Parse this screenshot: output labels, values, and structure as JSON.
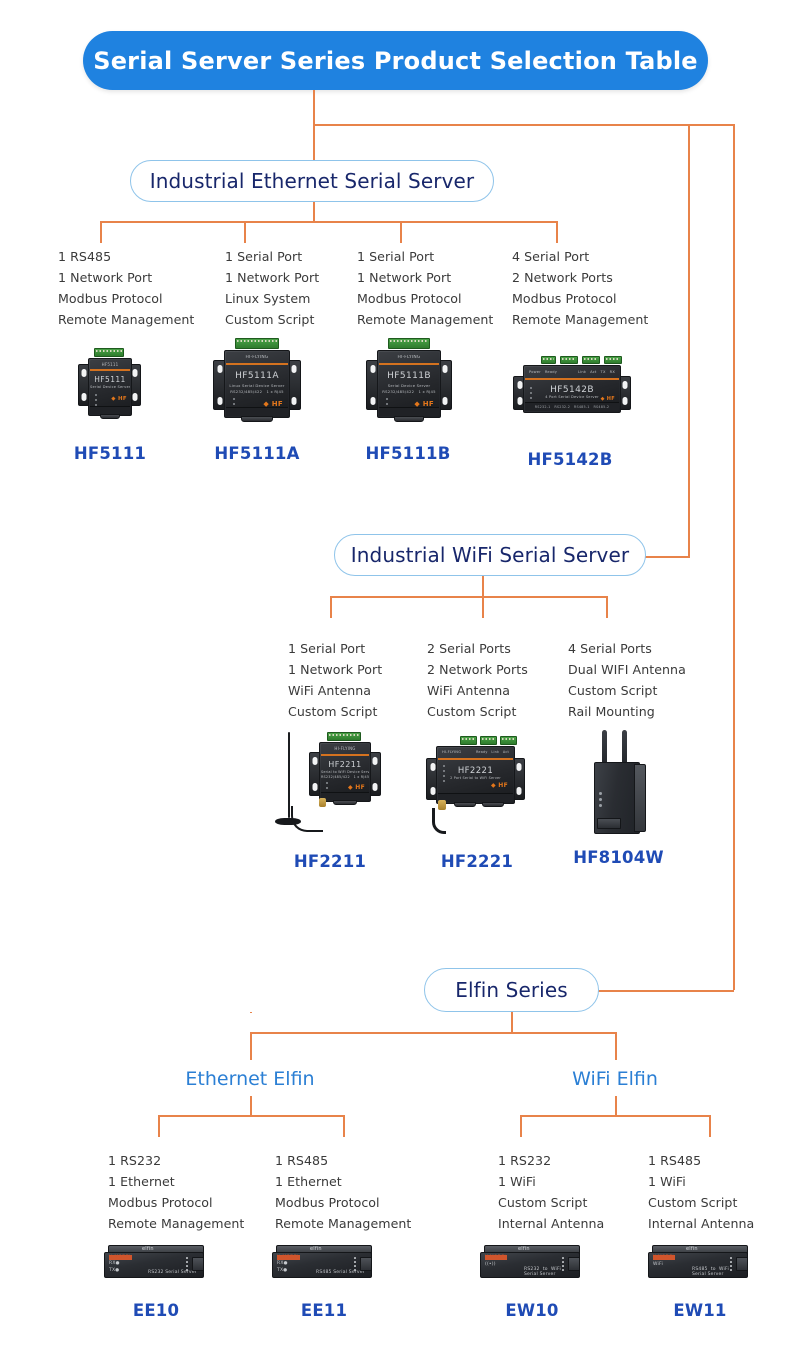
{
  "title": "Serial Server Series Product Selection Table",
  "colors": {
    "title_bg": "#1f82e0",
    "connector": "#e8834a",
    "pill_border": "#8fc4ea",
    "pill_text": "#18276b",
    "product_name": "#1f4bb5",
    "sublabel": "#2b7fd4",
    "spec_text": "#3a3a3a"
  },
  "categories": {
    "ethernet": "Industrial Ethernet Serial Server",
    "wifi": "Industrial WiFi Serial Server",
    "elfin": "Elfin Series",
    "elfin_ethernet": "Ethernet Elfin",
    "elfin_wifi": "WiFi Elfin"
  },
  "ethernet_products": [
    {
      "name": "HF5111",
      "specs": [
        "1 RS485",
        "1 Network Port",
        "Modbus Protocol",
        "Remote Management"
      ]
    },
    {
      "name": "HF5111A",
      "specs": [
        "1 Serial Port",
        "1 Network Port",
        "Linux System",
        "Custom Script"
      ]
    },
    {
      "name": "HF5111B",
      "specs": [
        "1 Serial Port",
        "1 Network Port",
        "Modbus Protocol",
        "Remote Management"
      ]
    },
    {
      "name": "HF5142B",
      "specs": [
        "4 Serial Port",
        "2 Network Ports",
        "Modbus Protocol",
        "Remote Management"
      ]
    }
  ],
  "wifi_products": [
    {
      "name": "HF2211",
      "specs": [
        "1 Serial Port",
        "1 Network Port",
        "WiFi Antenna",
        "Custom Script"
      ]
    },
    {
      "name": "HF2221",
      "specs": [
        "2 Serial Ports",
        "2 Network Ports",
        "WiFi Antenna",
        "Custom Script"
      ]
    },
    {
      "name": "HF8104W",
      "specs": [
        "4 Serial Ports",
        "Dual WIFI Antenna",
        "Custom Script",
        "Rail Mounting"
      ]
    }
  ],
  "elfin_products": [
    {
      "name": "EE10",
      "specs": [
        "1 RS232",
        "1 Ethernet",
        "Modbus Protocol",
        "Remote Management"
      ]
    },
    {
      "name": "EE11",
      "specs": [
        "1 RS485",
        "1 Ethernet",
        "Modbus Protocol",
        "Remote Management"
      ]
    },
    {
      "name": "EW10",
      "specs": [
        "1 RS232",
        "1 WiFi",
        "Custom Script",
        "Internal Antenna"
      ]
    },
    {
      "name": "EW11",
      "specs": [
        "1 RS485",
        "1 WiFi",
        "Custom Script",
        "Internal Antenna"
      ]
    }
  ]
}
